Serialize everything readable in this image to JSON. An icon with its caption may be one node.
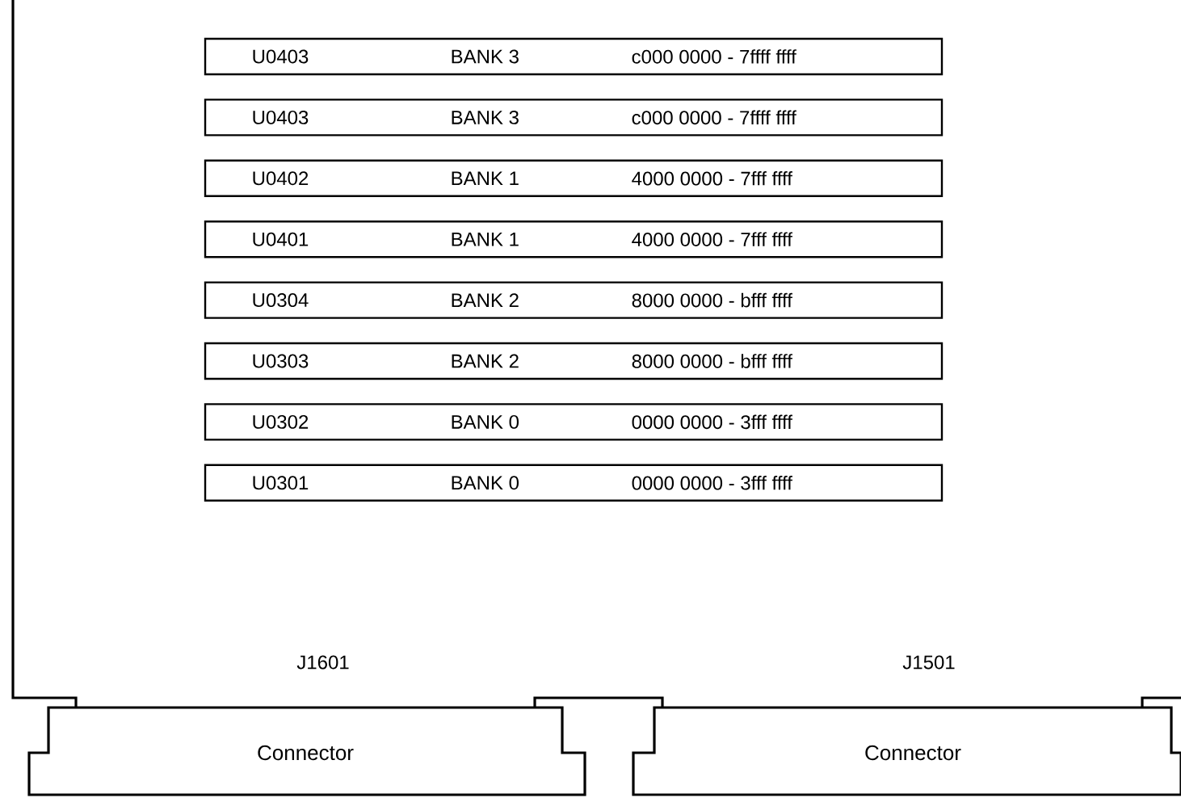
{
  "diagram": {
    "nodes": [
      {
        "text": [],
        "shape": "box"
      },
      {
        "text": [
          "U0403",
          "BANK 3",
          "c000 0000 - 7ffff ffff"
        ],
        "in": 0
      },
      {
        "text": [
          "U0403",
          "BANK 3",
          "c000 0000 - 7ffff ffff"
        ],
        "in": 0
      },
      {
        "text": [
          "U0402",
          "BANK 1",
          "4000 0000 - 7fff ffff"
        ],
        "in": 0
      },
      {
        "text": [
          "U0401",
          "BANK 1",
          "4000 0000 - 7fff ffff"
        ],
        "in": 0
      },
      {
        "text": [
          "U0304",
          "BANK 2",
          "8000 0000 - bfff ffff"
        ],
        "in": 0
      },
      {
        "text": [
          "U0303",
          "BANK 2",
          "8000 0000 - bfff ffff"
        ],
        "in": 0
      },
      {
        "text": [
          "U0302",
          "BANK 0",
          "0000 0000 - 3fff ffff"
        ],
        "in": 0
      },
      {
        "text": [
          "U0301",
          "BANK 0",
          "0000 0000 - 3fff ffff"
        ],
        "in": 0
      },
      {
        "text": [
          "Connector"
        ],
        "beside": [
          "J1601"
        ]
      },
      {
        "text": [
          "Connector"
        ],
        "beside": [
          "J1501"
        ]
      }
    ],
    "edges": []
  }
}
